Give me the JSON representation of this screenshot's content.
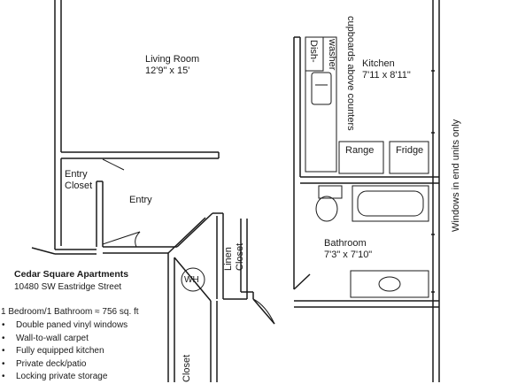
{
  "rooms": {
    "living_room": {
      "name": "Living Room",
      "size": "12'9\" x 15'"
    },
    "kitchen": {
      "name": "Kitchen",
      "size": "7'11 x 8'11\""
    },
    "bathroom": {
      "name": "Bathroom",
      "size": "7'3\" x 7'10\""
    },
    "entry": "Entry",
    "entry_closet": [
      "Entry",
      "Closet"
    ],
    "linen_closet": [
      "Linen",
      "Closet"
    ],
    "bedroom_closet": "Closet"
  },
  "fixtures": {
    "dishwasher": [
      "Dish-",
      "washer"
    ],
    "cupboards": "cupboards above counters",
    "range": "Range",
    "fridge": "Fridge",
    "water_heater": "WH"
  },
  "notes": {
    "windows": "Windows in end units only"
  },
  "property": {
    "name": "Cedar Square Apartments",
    "address": "10480 SW Eastridge Street",
    "summary": "1 Bedroom/1 Bathroom ≈ 756 sq. ft",
    "features": [
      "Double paned vinyl windows",
      "Wall-to-wall carpet",
      "Fully equipped kitchen",
      "Private deck/patio",
      "Locking private storage"
    ]
  }
}
